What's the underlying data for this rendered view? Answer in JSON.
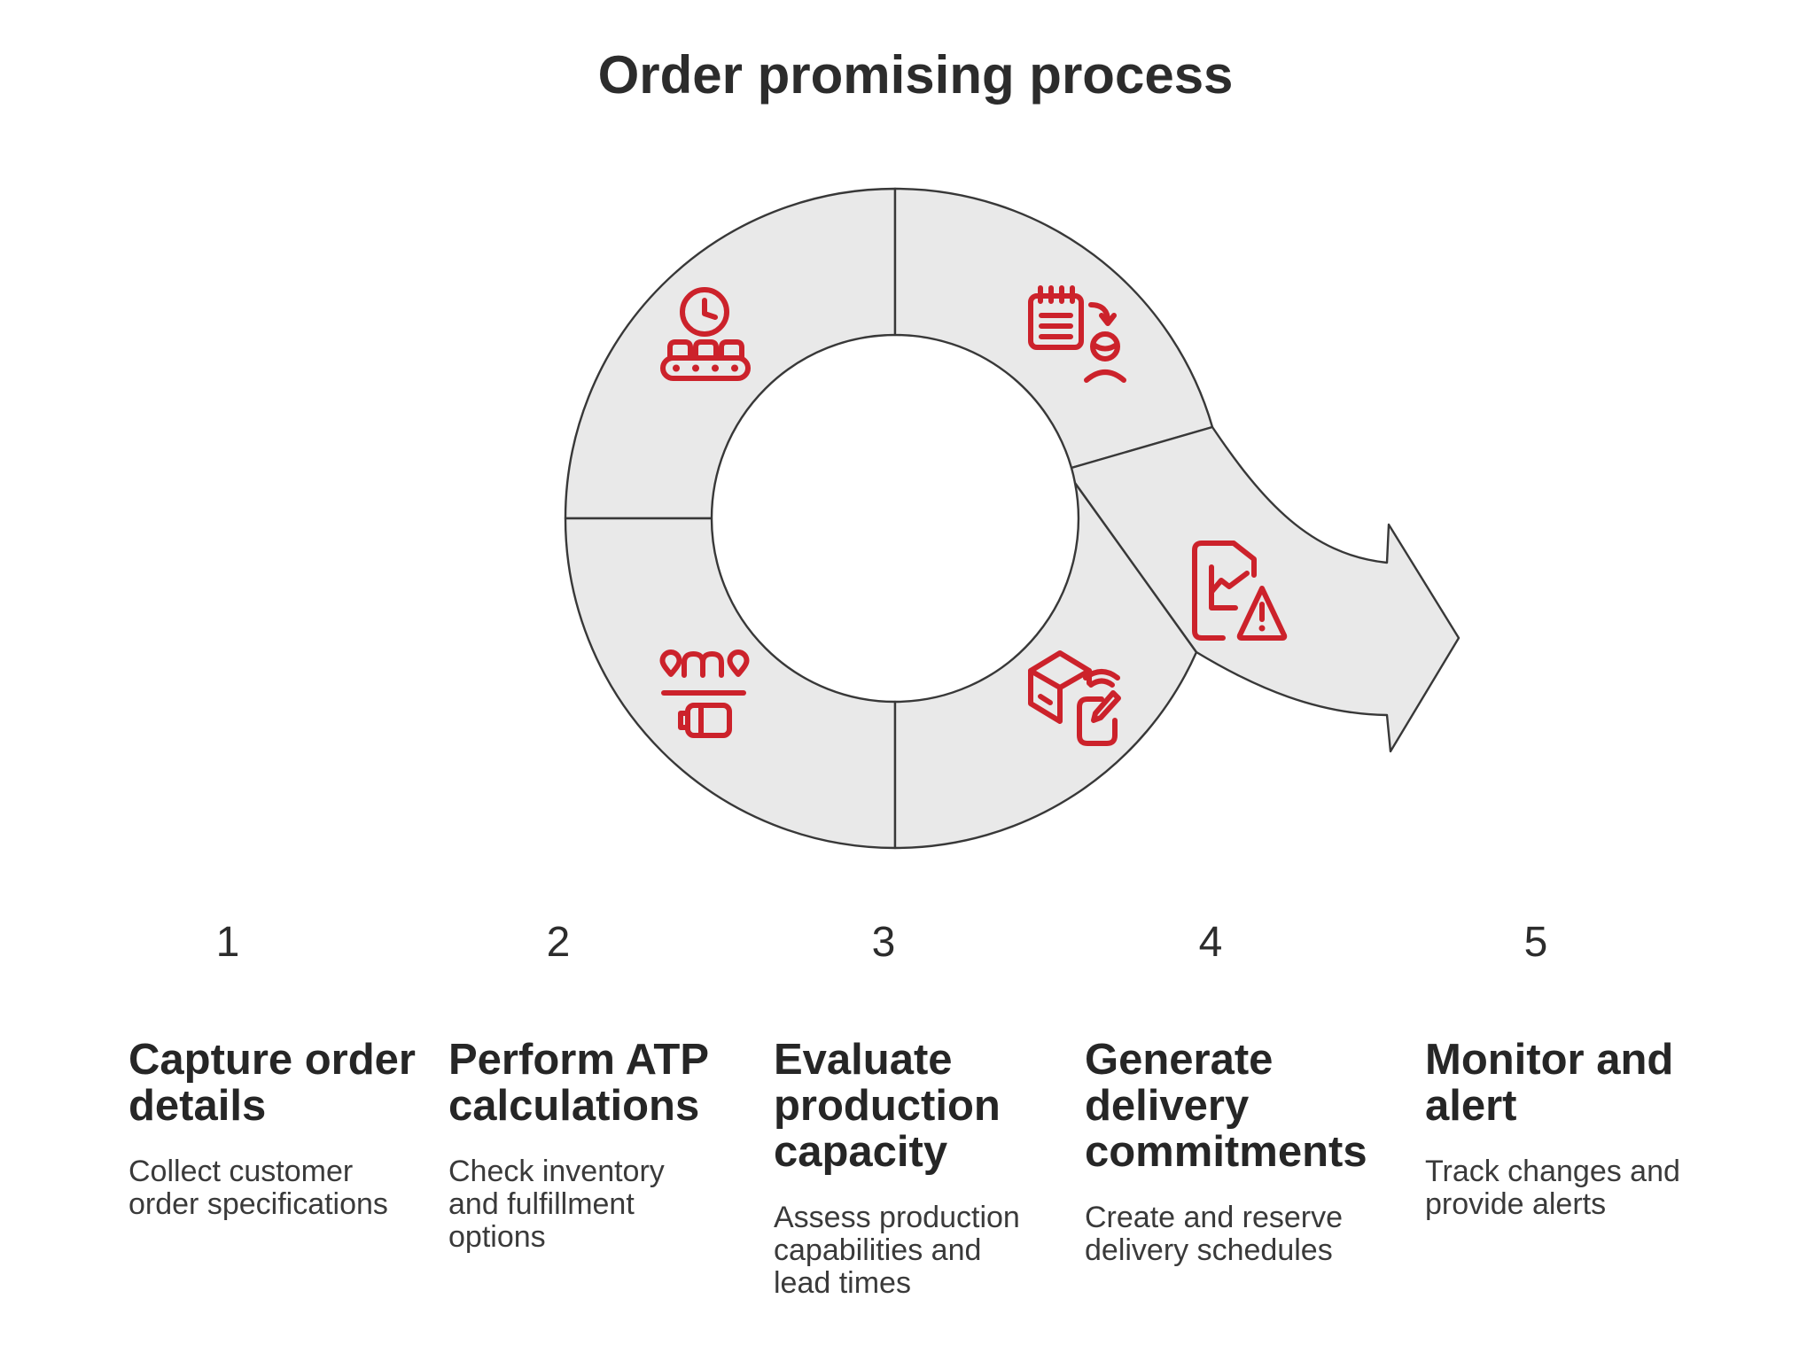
{
  "title": "Order promising process",
  "colors": {
    "accent_red": "#cc222b",
    "segment_fill": "#e9e9e9",
    "outline_dark": "#383838",
    "heading_text": "#262626",
    "body_text": "#3a3a3a"
  },
  "diagram": {
    "type": "process-cycle-with-exit-arrow",
    "segment_count": 4,
    "icons": [
      "clock-conveyor-icon",
      "order-notepad-person-icon",
      "location-pins-battery-icon",
      "package-phone-signal-icon",
      "report-alert-icon"
    ]
  },
  "steps": [
    {
      "number": "1",
      "title": "Capture order\ndetails",
      "description": "Collect customer\norder specifications"
    },
    {
      "number": "2",
      "title": "Perform ATP\ncalculations",
      "description": "Check inventory\nand fulfillment\noptions"
    },
    {
      "number": "3",
      "title": "Evaluate\nproduction\ncapacity",
      "description": "Assess production\ncapabilities and\nlead times"
    },
    {
      "number": "4",
      "title": "Generate\ndelivery\ncommitments",
      "description": "Create and reserve\ndelivery schedules"
    },
    {
      "number": "5",
      "title": "Monitor and\nalert",
      "description": "Track changes and\nprovide alerts"
    }
  ]
}
